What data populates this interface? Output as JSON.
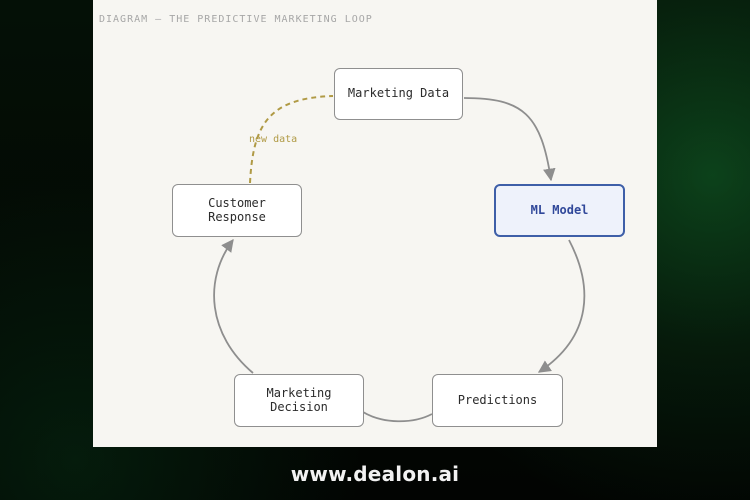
{
  "diagram": {
    "title": "DIAGRAM — THE PREDICTIVE MARKETING LOOP",
    "nodes": {
      "marketing_data": "Marketing Data",
      "ml_model": "ML Model",
      "predictions": "Predictions",
      "marketing_decision": "Marketing\nDecision",
      "customer_response": "Customer\nResponse"
    },
    "edge_labels": {
      "feedback": "new data"
    },
    "colors": {
      "panel": "#f7f6f2",
      "node_border": "#8f8f8f",
      "highlight_border": "#3e5fa8",
      "highlight_fill": "#eef2fb",
      "arrow": "#8e8e8e",
      "feedback_arrow": "#b09a45"
    }
  },
  "footer": {
    "brand_url": "www.dealon.ai"
  }
}
